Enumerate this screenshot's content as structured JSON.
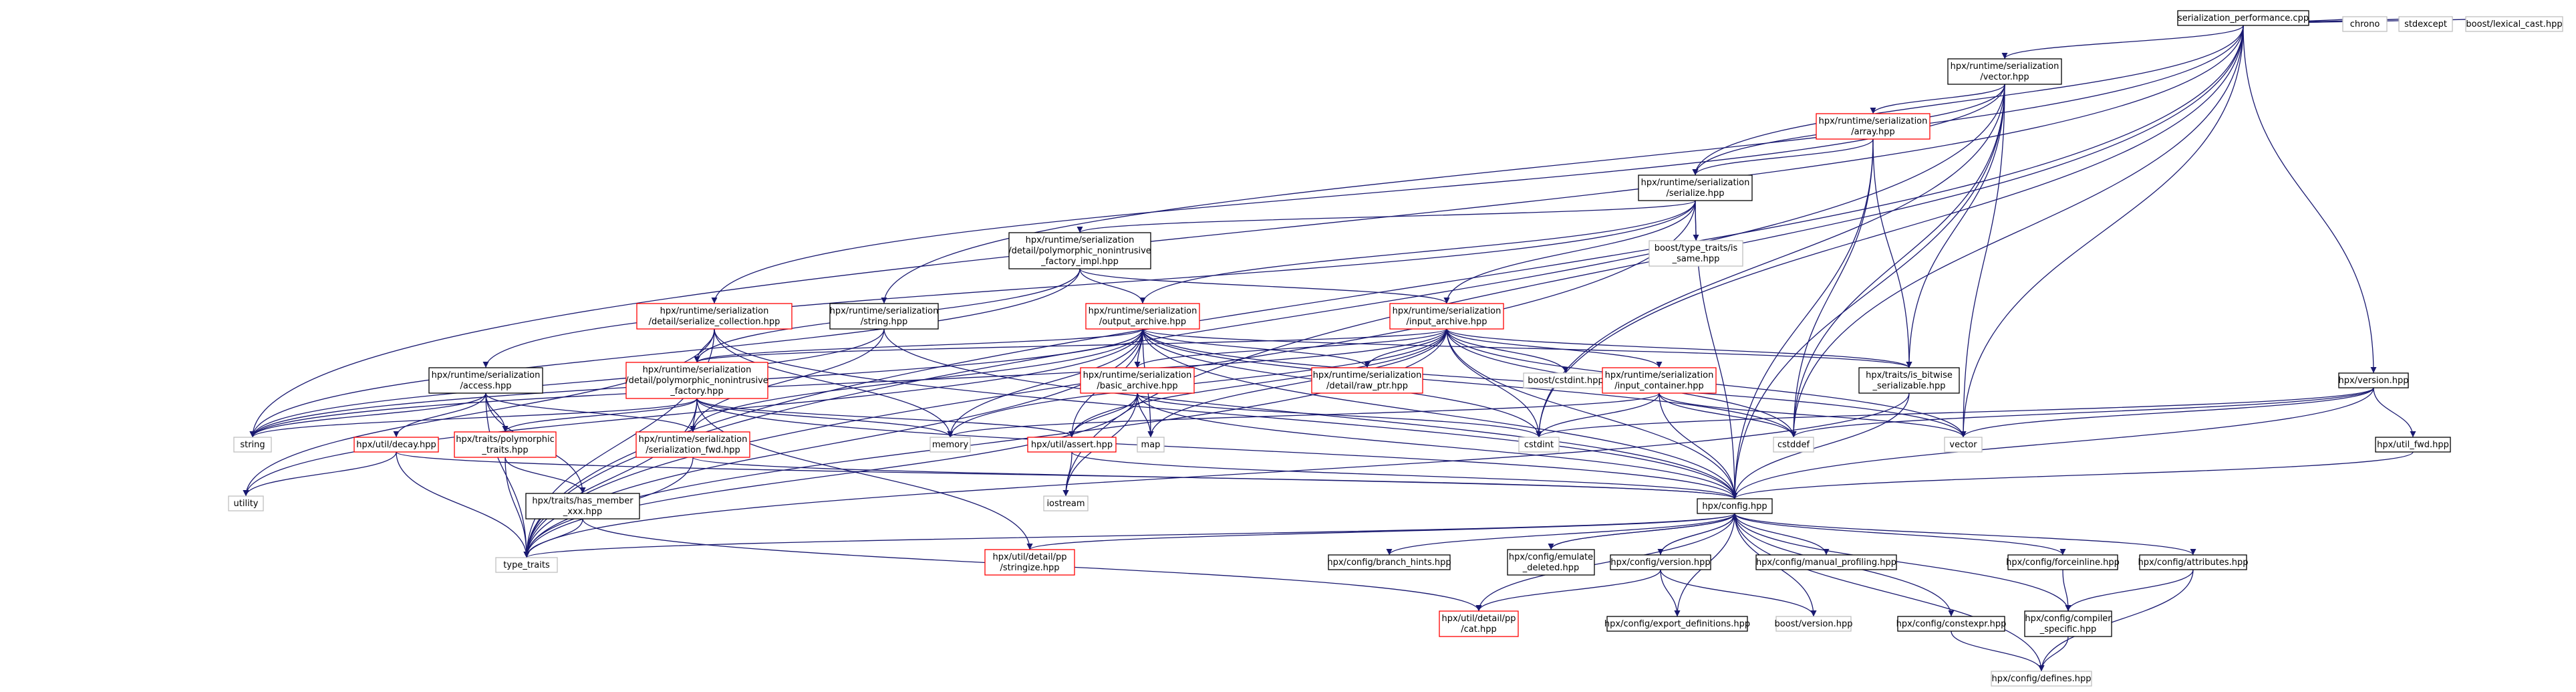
{
  "colors": {
    "edge": "#191970",
    "box_ok": "#000000",
    "box_incomplete": "#ff0000",
    "box_external": "#bfbfbf",
    "root_fill": "#bfbfbf"
  },
  "nodes": [
    {
      "id": "root",
      "lines": [
        "serialization_performance.cpp"
      ],
      "style": "root"
    },
    {
      "id": "ser_vector",
      "lines": [
        "hpx/runtime/serialization",
        "/vector.hpp"
      ],
      "style": "ok"
    },
    {
      "id": "chrono",
      "lines": [
        "chrono"
      ],
      "style": "external"
    },
    {
      "id": "stdexcept",
      "lines": [
        "stdexcept"
      ],
      "style": "external"
    },
    {
      "id": "lexical_cast",
      "lines": [
        "boost/lexical_cast.hpp"
      ],
      "style": "external"
    },
    {
      "id": "ser_array",
      "lines": [
        "hpx/runtime/serialization",
        "/array.hpp"
      ],
      "style": "incomplete"
    },
    {
      "id": "ser_serialize",
      "lines": [
        "hpx/runtime/serialization",
        "/serialize.hpp"
      ],
      "style": "ok"
    },
    {
      "id": "is_same",
      "lines": [
        "boost/type_traits/is",
        "_same.hpp"
      ],
      "style": "external"
    },
    {
      "id": "poly_nonintr_impl",
      "lines": [
        "hpx/runtime/serialization",
        "/detail/polymorphic_nonintrusive",
        "_factory_impl.hpp"
      ],
      "style": "ok"
    },
    {
      "id": "ser_collection",
      "lines": [
        "hpx/runtime/serialization",
        "/detail/serialize_collection.hpp"
      ],
      "style": "incomplete"
    },
    {
      "id": "ser_string",
      "lines": [
        "hpx/runtime/serialization",
        "/string.hpp"
      ],
      "style": "ok"
    },
    {
      "id": "output_archive",
      "lines": [
        "hpx/runtime/serialization",
        "/output_archive.hpp"
      ],
      "style": "incomplete"
    },
    {
      "id": "input_archive",
      "lines": [
        "hpx/runtime/serialization",
        "/input_archive.hpp"
      ],
      "style": "incomplete"
    },
    {
      "id": "ser_access",
      "lines": [
        "hpx/runtime/serialization",
        "/access.hpp"
      ],
      "style": "ok"
    },
    {
      "id": "poly_nonintr",
      "lines": [
        "hpx/runtime/serialization",
        "/detail/polymorphic_nonintrusive",
        "_factory.hpp"
      ],
      "style": "incomplete"
    },
    {
      "id": "basic_archive",
      "lines": [
        "hpx/runtime/serialization",
        "/basic_archive.hpp"
      ],
      "style": "incomplete"
    },
    {
      "id": "raw_ptr",
      "lines": [
        "hpx/runtime/serialization",
        "/detail/raw_ptr.hpp"
      ],
      "style": "incomplete"
    },
    {
      "id": "boost_cstdint",
      "lines": [
        "boost/cstdint.hpp"
      ],
      "style": "external"
    },
    {
      "id": "input_container",
      "lines": [
        "hpx/runtime/serialization",
        "/input_container.hpp"
      ],
      "style": "incomplete"
    },
    {
      "id": "is_bitwise",
      "lines": [
        "hpx/traits/is_bitwise",
        "_serializable.hpp"
      ],
      "style": "ok"
    },
    {
      "id": "version_hpp",
      "lines": [
        "hpx/version.hpp"
      ],
      "style": "ok"
    },
    {
      "id": "string",
      "lines": [
        "string"
      ],
      "style": "external"
    },
    {
      "id": "decay",
      "lines": [
        "hpx/util/decay.hpp"
      ],
      "style": "incomplete"
    },
    {
      "id": "poly_traits",
      "lines": [
        "hpx/traits/polymorphic",
        "_traits.hpp"
      ],
      "style": "incomplete"
    },
    {
      "id": "ser_fwd",
      "lines": [
        "hpx/runtime/serialization",
        "/serialization_fwd.hpp"
      ],
      "style": "incomplete"
    },
    {
      "id": "memory",
      "lines": [
        "memory"
      ],
      "style": "external"
    },
    {
      "id": "util_assert",
      "lines": [
        "hpx/util/assert.hpp"
      ],
      "style": "incomplete"
    },
    {
      "id": "map",
      "lines": [
        "map"
      ],
      "style": "external"
    },
    {
      "id": "cstdint",
      "lines": [
        "cstdint"
      ],
      "style": "external"
    },
    {
      "id": "cstddef",
      "lines": [
        "cstddef"
      ],
      "style": "external"
    },
    {
      "id": "vector",
      "lines": [
        "vector"
      ],
      "style": "external"
    },
    {
      "id": "util_fwd",
      "lines": [
        "hpx/util_fwd.hpp"
      ],
      "style": "ok"
    },
    {
      "id": "utility",
      "lines": [
        "utility"
      ],
      "style": "external"
    },
    {
      "id": "has_member",
      "lines": [
        "hpx/traits/has_member",
        "_xxx.hpp"
      ],
      "style": "ok"
    },
    {
      "id": "iostream",
      "lines": [
        "iostream"
      ],
      "style": "external"
    },
    {
      "id": "config",
      "lines": [
        "hpx/config.hpp"
      ],
      "style": "ok"
    },
    {
      "id": "type_traits",
      "lines": [
        "type_traits"
      ],
      "style": "external"
    },
    {
      "id": "stringize",
      "lines": [
        "hpx/util/detail/pp",
        "/stringize.hpp"
      ],
      "style": "incomplete"
    },
    {
      "id": "branch_hints",
      "lines": [
        "hpx/config/branch_hints.hpp"
      ],
      "style": "ok"
    },
    {
      "id": "emulate_deleted",
      "lines": [
        "hpx/config/emulate",
        "_deleted.hpp"
      ],
      "style": "ok"
    },
    {
      "id": "config_version",
      "lines": [
        "hpx/config/version.hpp"
      ],
      "style": "ok"
    },
    {
      "id": "manual_profiling",
      "lines": [
        "hpx/config/manual_profiling.hpp"
      ],
      "style": "ok"
    },
    {
      "id": "forceinline",
      "lines": [
        "hpx/config/forceinline.hpp"
      ],
      "style": "ok"
    },
    {
      "id": "attributes",
      "lines": [
        "hpx/config/attributes.hpp"
      ],
      "style": "ok"
    },
    {
      "id": "pp_cat",
      "lines": [
        "hpx/util/detail/pp",
        "/cat.hpp"
      ],
      "style": "incomplete"
    },
    {
      "id": "export_defs",
      "lines": [
        "hpx/config/export_definitions.hpp"
      ],
      "style": "ok"
    },
    {
      "id": "boost_version",
      "lines": [
        "boost/version.hpp"
      ],
      "style": "external"
    },
    {
      "id": "constexpr",
      "lines": [
        "hpx/config/constexpr.hpp"
      ],
      "style": "ok"
    },
    {
      "id": "compiler_specific",
      "lines": [
        "hpx/config/compiler",
        "_specific.hpp"
      ],
      "style": "ok"
    },
    {
      "id": "defines",
      "lines": [
        "hpx/config/defines.hpp"
      ],
      "style": "external"
    }
  ],
  "edges": [
    [
      "root",
      "ser_vector"
    ],
    [
      "root",
      "chrono"
    ],
    [
      "root",
      "stdexcept"
    ],
    [
      "root",
      "lexical_cast"
    ],
    [
      "root",
      "ser_serialize"
    ],
    [
      "root",
      "ser_string"
    ],
    [
      "root",
      "version_hpp"
    ],
    [
      "root",
      "string"
    ],
    [
      "root",
      "type_traits"
    ],
    [
      "root",
      "iostream"
    ],
    [
      "root",
      "vector"
    ],
    [
      "root",
      "cstdint"
    ],
    [
      "root",
      "cstddef"
    ],
    [
      "ser_vector",
      "ser_array"
    ],
    [
      "ser_vector",
      "ser_serialize"
    ],
    [
      "ser_vector",
      "ser_collection"
    ],
    [
      "ser_vector",
      "is_bitwise"
    ],
    [
      "ser_vector",
      "config"
    ],
    [
      "ser_vector",
      "type_traits"
    ],
    [
      "ser_vector",
      "vector"
    ],
    [
      "ser_vector",
      "cstdint"
    ],
    [
      "ser_vector",
      "cstddef"
    ],
    [
      "ser_array",
      "ser_serialize"
    ],
    [
      "ser_array",
      "is_bitwise"
    ],
    [
      "ser_array",
      "config"
    ],
    [
      "ser_array",
      "cstddef"
    ],
    [
      "ser_serialize",
      "is_same"
    ],
    [
      "ser_serialize",
      "poly_nonintr_impl"
    ],
    [
      "ser_serialize",
      "output_archive"
    ],
    [
      "ser_serialize",
      "input_archive"
    ],
    [
      "ser_serialize",
      "ser_access"
    ],
    [
      "ser_serialize",
      "config"
    ],
    [
      "ser_serialize",
      "type_traits"
    ],
    [
      "poly_nonintr_impl",
      "output_archive"
    ],
    [
      "poly_nonintr_impl",
      "input_archive"
    ],
    [
      "poly_nonintr_impl",
      "poly_nonintr"
    ],
    [
      "poly_nonintr_impl",
      "string"
    ],
    [
      "ser_collection",
      "poly_nonintr"
    ],
    [
      "ser_collection",
      "memory"
    ],
    [
      "ser_collection",
      "config"
    ],
    [
      "ser_collection",
      "utility"
    ],
    [
      "ser_collection",
      "type_traits"
    ],
    [
      "ser_string",
      "ser_fwd"
    ],
    [
      "ser_string",
      "string"
    ],
    [
      "ser_string",
      "config"
    ],
    [
      "output_archive",
      "basic_archive"
    ],
    [
      "output_archive",
      "raw_ptr"
    ],
    [
      "output_archive",
      "poly_nonintr"
    ],
    [
      "output_archive",
      "is_bitwise"
    ],
    [
      "output_archive",
      "ser_fwd"
    ],
    [
      "output_archive",
      "util_assert"
    ],
    [
      "output_archive",
      "memory"
    ],
    [
      "output_archive",
      "map"
    ],
    [
      "output_archive",
      "string"
    ],
    [
      "output_archive",
      "type_traits"
    ],
    [
      "output_archive",
      "cstdint"
    ],
    [
      "output_archive",
      "cstddef"
    ],
    [
      "output_archive",
      "vector"
    ],
    [
      "output_archive",
      "config"
    ],
    [
      "output_archive",
      "utility"
    ],
    [
      "input_archive",
      "basic_archive"
    ],
    [
      "input_archive",
      "raw_ptr"
    ],
    [
      "input_archive",
      "boost_cstdint"
    ],
    [
      "input_archive",
      "input_container"
    ],
    [
      "input_archive",
      "is_bitwise"
    ],
    [
      "input_archive",
      "poly_nonintr"
    ],
    [
      "input_archive",
      "util_assert"
    ],
    [
      "input_archive",
      "memory"
    ],
    [
      "input_archive",
      "map"
    ],
    [
      "input_archive",
      "string"
    ],
    [
      "input_archive",
      "cstdint"
    ],
    [
      "input_archive",
      "cstddef"
    ],
    [
      "input_archive",
      "vector"
    ],
    [
      "input_archive",
      "config"
    ],
    [
      "input_archive",
      "type_traits"
    ],
    [
      "ser_access",
      "decay"
    ],
    [
      "ser_access",
      "poly_traits"
    ],
    [
      "ser_access",
      "ser_fwd"
    ],
    [
      "ser_access",
      "has_member"
    ],
    [
      "ser_access",
      "string"
    ],
    [
      "ser_access",
      "type_traits"
    ],
    [
      "poly_nonintr",
      "ser_fwd"
    ],
    [
      "poly_nonintr",
      "poly_traits"
    ],
    [
      "poly_nonintr",
      "memory"
    ],
    [
      "poly_nonintr",
      "string"
    ],
    [
      "poly_nonintr",
      "config"
    ],
    [
      "poly_nonintr",
      "stringize"
    ],
    [
      "poly_nonintr",
      "type_traits"
    ],
    [
      "poly_nonintr",
      "util_assert"
    ],
    [
      "basic_archive",
      "util_assert"
    ],
    [
      "basic_archive",
      "map"
    ],
    [
      "basic_archive",
      "cstdint"
    ],
    [
      "basic_archive",
      "iostream"
    ],
    [
      "basic_archive",
      "type_traits"
    ],
    [
      "basic_archive",
      "config"
    ],
    [
      "input_container",
      "memory"
    ],
    [
      "input_container",
      "cstdint"
    ],
    [
      "input_container",
      "cstddef"
    ],
    [
      "input_container",
      "vector"
    ],
    [
      "input_container",
      "config"
    ],
    [
      "is_bitwise",
      "type_traits"
    ],
    [
      "is_bitwise",
      "config"
    ],
    [
      "version_hpp",
      "config"
    ],
    [
      "version_hpp",
      "util_fwd"
    ],
    [
      "version_hpp",
      "cstdint"
    ],
    [
      "version_hpp",
      "cstddef"
    ],
    [
      "version_hpp",
      "vector"
    ],
    [
      "util_fwd",
      "config"
    ],
    [
      "decay",
      "utility"
    ],
    [
      "decay",
      "type_traits"
    ],
    [
      "decay",
      "config"
    ],
    [
      "poly_traits",
      "has_member"
    ],
    [
      "poly_traits",
      "type_traits"
    ],
    [
      "ser_fwd",
      "type_traits"
    ],
    [
      "ser_fwd",
      "config"
    ],
    [
      "has_member",
      "type_traits"
    ],
    [
      "has_member",
      "pp_cat"
    ],
    [
      "util_assert",
      "iostream"
    ],
    [
      "util_assert",
      "config"
    ],
    [
      "config",
      "type_traits"
    ],
    [
      "config",
      "stringize"
    ],
    [
      "config",
      "branch_hints"
    ],
    [
      "config",
      "emulate_deleted"
    ],
    [
      "config",
      "config_version"
    ],
    [
      "config",
      "manual_profiling"
    ],
    [
      "config",
      "forceinline"
    ],
    [
      "config",
      "attributes"
    ],
    [
      "config",
      "pp_cat"
    ],
    [
      "config",
      "export_defs"
    ],
    [
      "config",
      "boost_version"
    ],
    [
      "config",
      "constexpr"
    ],
    [
      "config",
      "compiler_specific"
    ],
    [
      "config",
      "defines"
    ],
    [
      "emulate_deleted",
      "config"
    ],
    [
      "config_version",
      "config"
    ],
    [
      "config_version",
      "pp_cat"
    ],
    [
      "config_version",
      "export_defs"
    ],
    [
      "config_version",
      "boost_version"
    ],
    [
      "forceinline",
      "compiler_specific"
    ],
    [
      "attributes",
      "compiler_specific"
    ],
    [
      "attributes",
      "defines"
    ],
    [
      "constexpr",
      "defines"
    ],
    [
      "compiler_specific",
      "defines"
    ]
  ]
}
